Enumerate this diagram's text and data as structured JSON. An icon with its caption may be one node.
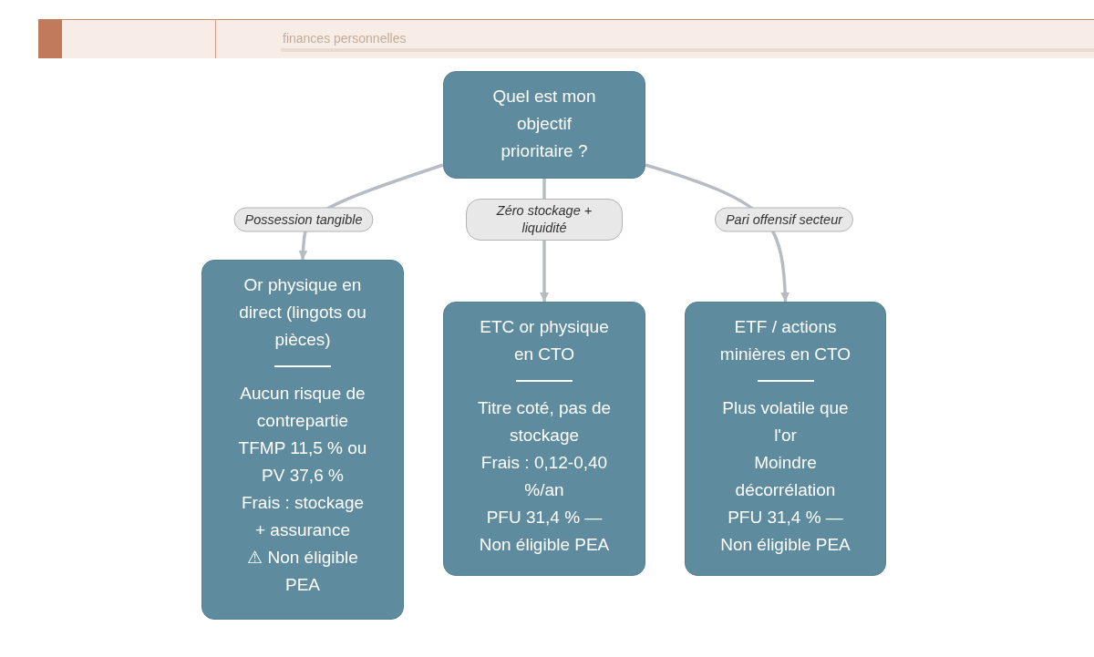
{
  "diagram": {
    "nodes": [
      {
        "text": [
          "Quel est mon objectif prioritaire ?"
        ]
      },
      {
        "text": [
          "Or physique en direct (lingots ou pièces)",
          "Aucun risque de contrepartie",
          "TFMP 11,5 % ou PV 37,6 %",
          "Frais : stockage + assurance",
          "⚠ Non éligible PEA"
        ]
      },
      {
        "text": [
          "ETC or physique en CTO",
          "Titre coté, pas de stockage",
          "Frais : 0,12-0,40 %/an",
          "PFU 31,4 % — Non éligible PEA"
        ]
      },
      {
        "text": [
          "ETF / actions minières en CTO",
          "Plus volatile que l'or",
          "Moindre décorrélation",
          "PFU 31,4 % — Non éligible PEA"
        ]
      }
    ],
    "edges": [
      {
        "from": 0,
        "to": 1,
        "arrow": "to",
        "label": "Possession tangible"
      },
      {
        "from": 0,
        "to": 2,
        "arrow": "to",
        "label": "Zéro stockage + liquidité"
      },
      {
        "from": 0,
        "to": 3,
        "arrow": "to",
        "label": "Pari offensif secteur"
      }
    ],
    "labels": [
      "finances personnelles"
    ]
  }
}
